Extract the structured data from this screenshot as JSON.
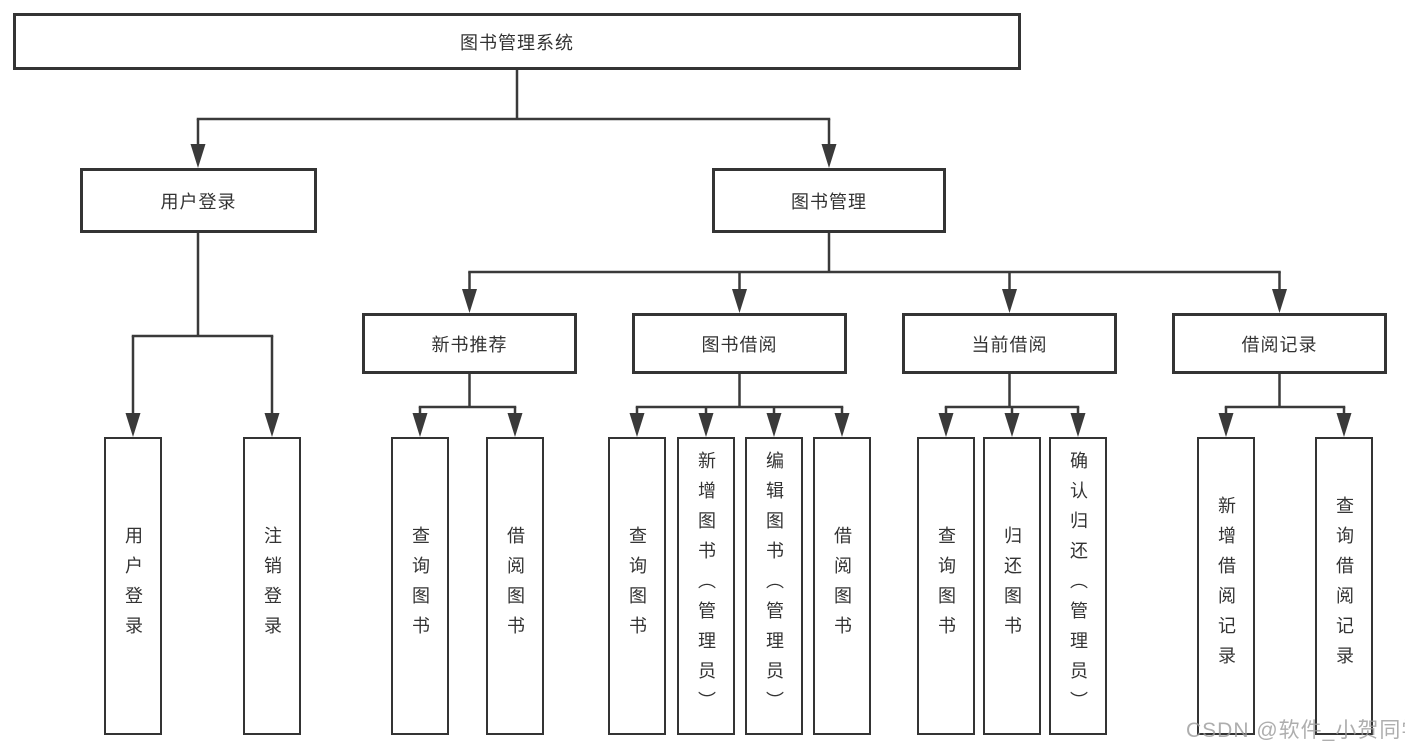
{
  "diagram": {
    "title": "图书管理系统",
    "branches": [
      {
        "label": "用户登录",
        "children": [
          "用户登录",
          "注销登录"
        ]
      },
      {
        "label": "图书管理",
        "sections": [
          {
            "label": "新书推荐",
            "children": [
              "查询图书",
              "借阅图书"
            ]
          },
          {
            "label": "图书借阅",
            "children": [
              "查询图书",
              "新增图书（管理员）",
              "编辑图书（管理员）",
              "借阅图书"
            ]
          },
          {
            "label": "当前借阅",
            "children": [
              "查询图书",
              "归还图书",
              "确认归还（管理员）"
            ]
          },
          {
            "label": "借阅记录",
            "children": [
              "新增借阅记录",
              "查询借阅记录"
            ]
          }
        ]
      }
    ]
  },
  "watermark": {
    "text": "CSDN @软件_小贺同学"
  },
  "colors": {
    "line": "#3a3a3a",
    "box_border": "#343434",
    "text": "#333333",
    "watermark": "#9a9a9a",
    "background": "#ffffff"
  }
}
